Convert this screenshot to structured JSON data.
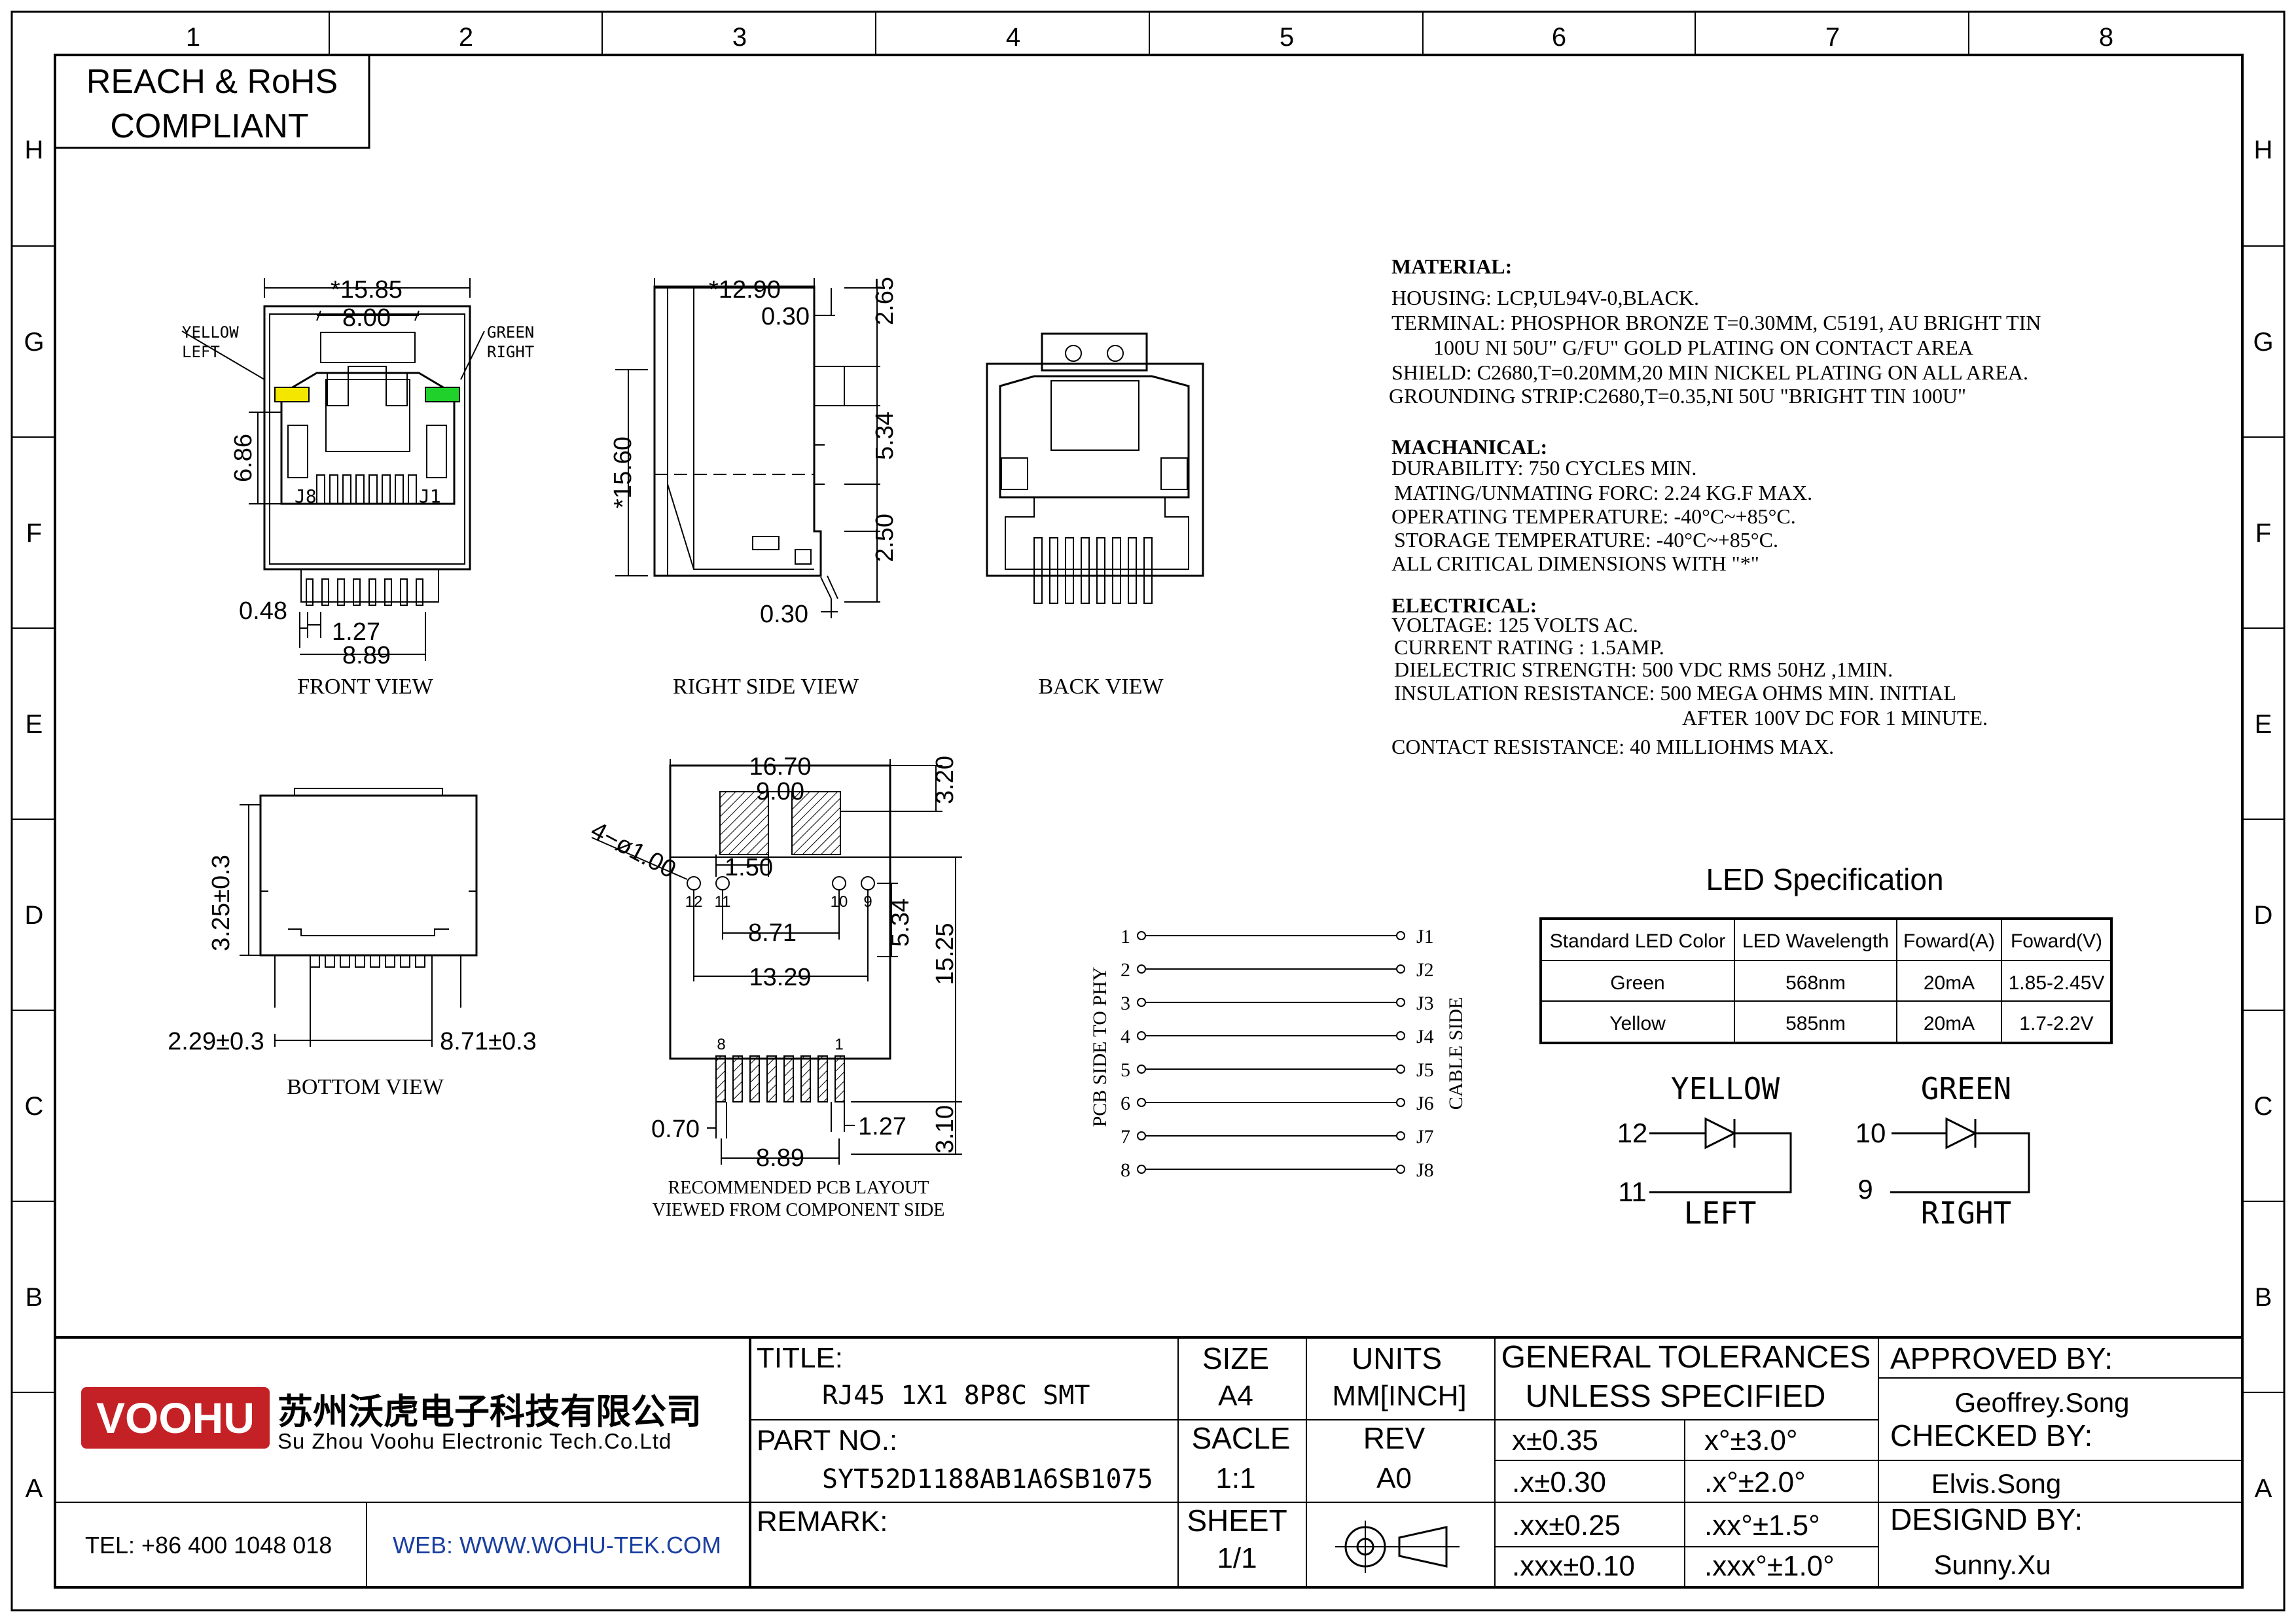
{
  "zones": {
    "cols": [
      "1",
      "2",
      "3",
      "4",
      "5",
      "6",
      "7",
      "8"
    ],
    "rows": [
      "H",
      "G",
      "F",
      "E",
      "D",
      "C",
      "B",
      "A"
    ]
  },
  "compliance": [
    "REACH & RoHS",
    "COMPLIANT"
  ],
  "front_view": {
    "label": "FRONT VIEW",
    "dim_width": "*15.85",
    "dim_top": "8.00",
    "dim_height": "6.86",
    "led_left": [
      "YELLOW",
      "LEFT"
    ],
    "led_right": [
      "GREEN",
      "RIGHT"
    ],
    "pin_j8": "J8",
    "pin_j1": "J1",
    "dim_pin_width": "0.48",
    "dim_pitch": "1.27",
    "dim_span": "8.89",
    "colors": {
      "yellow": "#f5e600",
      "green": "#1fd12a"
    }
  },
  "right_side_view": {
    "label": "RIGHT SIDE VIEW",
    "dim_depth": "*12.90",
    "dim_a": "0.30",
    "dim_b": "2.65",
    "dim_height": "*15.60",
    "dim_c": "5.34",
    "dim_d": "2.50",
    "dim_e": "0.30"
  },
  "back_view": {
    "label": "BACK VIEW"
  },
  "bottom_view": {
    "label": "BOTTOM VIEW",
    "dim_height": "3.25±0.3",
    "dim_left": "2.29±0.3",
    "dim_right": "8.71±0.3"
  },
  "pcb_layout": {
    "label": [
      "RECOMMENDED PCB LAYOUT",
      "VIEWED FROM COMPONENT SIDE"
    ],
    "dim_width": "16.70",
    "dim_inner": "9.00",
    "dim_top": "3.20",
    "dim_holes": "4−ø1.00",
    "dim_gap": "1.50",
    "dim_mid": "5.34",
    "dim_871": "8.71",
    "dim_1329": "13.29",
    "dim_height": "15.25",
    "dim_bottom": "3.10",
    "dim_070": "0.70",
    "dim_127": "1.27",
    "dim_889": "8.89",
    "hole_labels": [
      "12",
      "11",
      "10",
      "9"
    ],
    "pad_labels": [
      "8",
      "1"
    ]
  },
  "schematic": {
    "left_pins": [
      "1",
      "2",
      "3",
      "4",
      "5",
      "6",
      "7",
      "8"
    ],
    "right_pins": [
      "J1",
      "J2",
      "J3",
      "J4",
      "J5",
      "J6",
      "J7",
      "J8"
    ],
    "left_label": "PCB SIDE TO PHY",
    "right_label": "CABLE SIDE"
  },
  "specs": {
    "material_title": "MATERIAL:",
    "material": [
      "HOUSING: LCP,UL94V-0,BLACK.",
      "TERMINAL: PHOSPHOR BRONZE T=0.30MM, C5191, AU BRIGHT TIN",
      "100U  NI 50U\"  G/FU\" GOLD PLATING ON CONTACT AREA",
      "SHIELD: C2680,T=0.20MM,20 MIN NICKEL PLATING ON ALL AREA.",
      "GROUNDING STRIP:C2680,T=0.35,NI  50U \"BRIGHT TIN 100U\""
    ],
    "mechanical_title": "MACHANICAL:",
    "mechanical": [
      "DURABILITY: 750 CYCLES MIN.",
      "MATING/UNMATING FORC: 2.24 KG.F MAX.",
      "OPERATING TEMPERATURE: -40°C~+85°C.",
      "STORAGE TEMPERATURE: -40°C~+85°C.",
      "ALL CRITICAL DIMENSIONS WITH \"*\""
    ],
    "electrical_title": "ELECTRICAL:",
    "electrical": [
      "VOLTAGE: 125 VOLTS AC.",
      "CURRENT RATING : 1.5AMP.",
      "DIELECTRIC STRENGTH: 500 VDC RMS 50HZ ,1MIN.",
      "INSULATION RESISTANCE: 500 MEGA OHMS MIN. INITIAL",
      "AFTER 100V DC FOR 1 MINUTE.",
      "CONTACT RESISTANCE: 40 MILLIOHMS MAX."
    ]
  },
  "led_spec": {
    "title": "LED Specification",
    "headers": [
      "Standard LED Color",
      "LED Wavelength",
      "Foward(A)",
      "Foward(V)"
    ],
    "rows": [
      [
        "Green",
        "568nm",
        "20mA",
        "1.85-2.45V"
      ],
      [
        "Yellow",
        "585nm",
        "20mA",
        "1.7-2.2V"
      ]
    ]
  },
  "led_circuit": {
    "yellow_title": "YELLOW",
    "yellow_pin_a": "12",
    "yellow_pin_k": "11",
    "yellow_side": "LEFT",
    "green_title": "GREEN",
    "green_pin_a": "10",
    "green_pin_k": "9",
    "green_side": "RIGHT"
  },
  "title_block": {
    "company_logo": "VOOHU",
    "company_cn": "苏州沃虎电子科技有限公司",
    "company_en": "Su Zhou Voohu Electronic Tech.Co.Ltd",
    "tel": "TEL: +86 400 1048 018",
    "web": "WEB: WWW.WOHU-TEK.COM",
    "title_label": "TITLE:",
    "title_value": "RJ45 1X1 8P8C SMT",
    "part_label": "PART NO.:",
    "part_value": "SYT52D1188AB1A6SB1075",
    "remark_label": "REMARK:",
    "size_label": "SIZE",
    "size_value": "A4",
    "scale_label": "SACLE",
    "scale_value": "1:1",
    "sheet_label": "SHEET",
    "sheet_value": "1/1",
    "units_label": "UNITS",
    "units_value": "MM[INCH]",
    "rev_label": "REV",
    "rev_value": "A0",
    "tol_title": [
      "GENERAL TOLERANCES",
      "UNLESS SPECIFIED"
    ],
    "tolerances": [
      [
        "x±0.35",
        "x°±3.0°"
      ],
      [
        ".x±0.30",
        ".x°±2.0°"
      ],
      [
        ".xx±0.25",
        ".xx°±1.5°"
      ],
      [
        ".xxx±0.10",
        ".xxx°±1.0°"
      ]
    ],
    "approved_label": "APPROVED BY:",
    "approved_value": "Geoffrey.Song",
    "checked_label": "CHECKED BY:",
    "checked_value": "Elvis.Song",
    "designed_label": "DESIGND BY:",
    "designed_value": "Sunny.Xu"
  }
}
